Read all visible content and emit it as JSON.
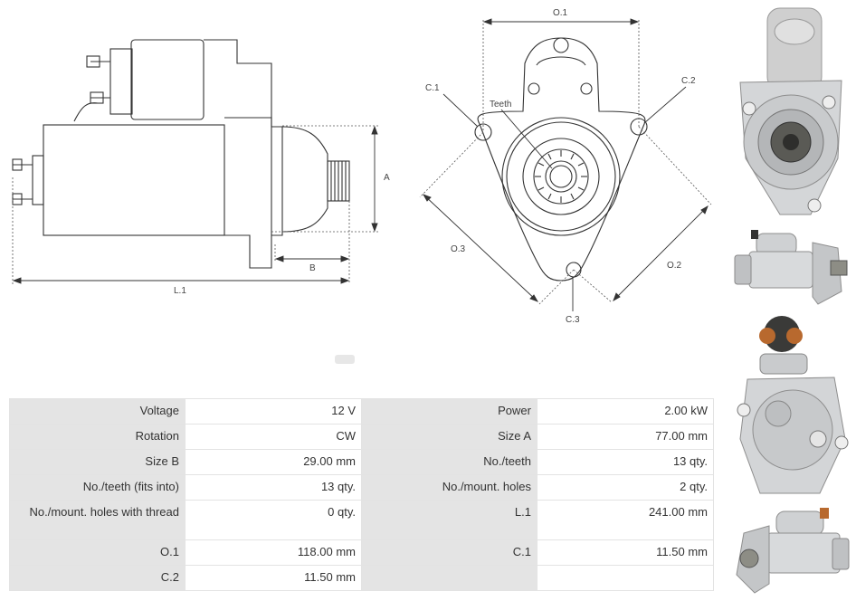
{
  "side_view": {
    "dim_a": "A",
    "dim_b": "B",
    "dim_l1": "L.1"
  },
  "front_view": {
    "dim_o1": "O.1",
    "dim_o2": "O.2",
    "dim_o3": "O.3",
    "dim_c1": "C.1",
    "dim_c2": "C.2",
    "dim_c3": "C.3",
    "teeth_label": "Teeth"
  },
  "specs": [
    [
      {
        "label": "Voltage",
        "value": "12 V"
      },
      {
        "label": "Power",
        "value": "2.00 kW"
      }
    ],
    [
      {
        "label": "Rotation",
        "value": "CW"
      },
      {
        "label": "Size A",
        "value": "77.00 mm"
      }
    ],
    [
      {
        "label": "Size B",
        "value": "29.00 mm"
      },
      {
        "label": "No./teeth",
        "value": "13 qty."
      }
    ],
    [
      {
        "label": "No./teeth (fits into)",
        "value": "13 qty."
      },
      {
        "label": "No./mount. holes",
        "value": "2 qty."
      }
    ],
    [
      {
        "label": "No./mount. holes with thread",
        "value": "0 qty."
      },
      {
        "label": "L.1",
        "value": "241.00 mm"
      }
    ],
    [
      {
        "label": "O.1",
        "value": "118.00 mm"
      },
      {
        "label": "C.1",
        "value": "11.50 mm"
      }
    ],
    [
      {
        "label": "C.2",
        "value": "11.50 mm"
      },
      {
        "label": "",
        "value": ""
      }
    ]
  ],
  "colors": {
    "label_bg": "#e4e4e4",
    "border": "#e3e3e3",
    "drawing": "#333333"
  },
  "photos": [
    "starter-front-photo",
    "starter-side-photo",
    "starter-rear-photo",
    "starter-angle-photo"
  ]
}
